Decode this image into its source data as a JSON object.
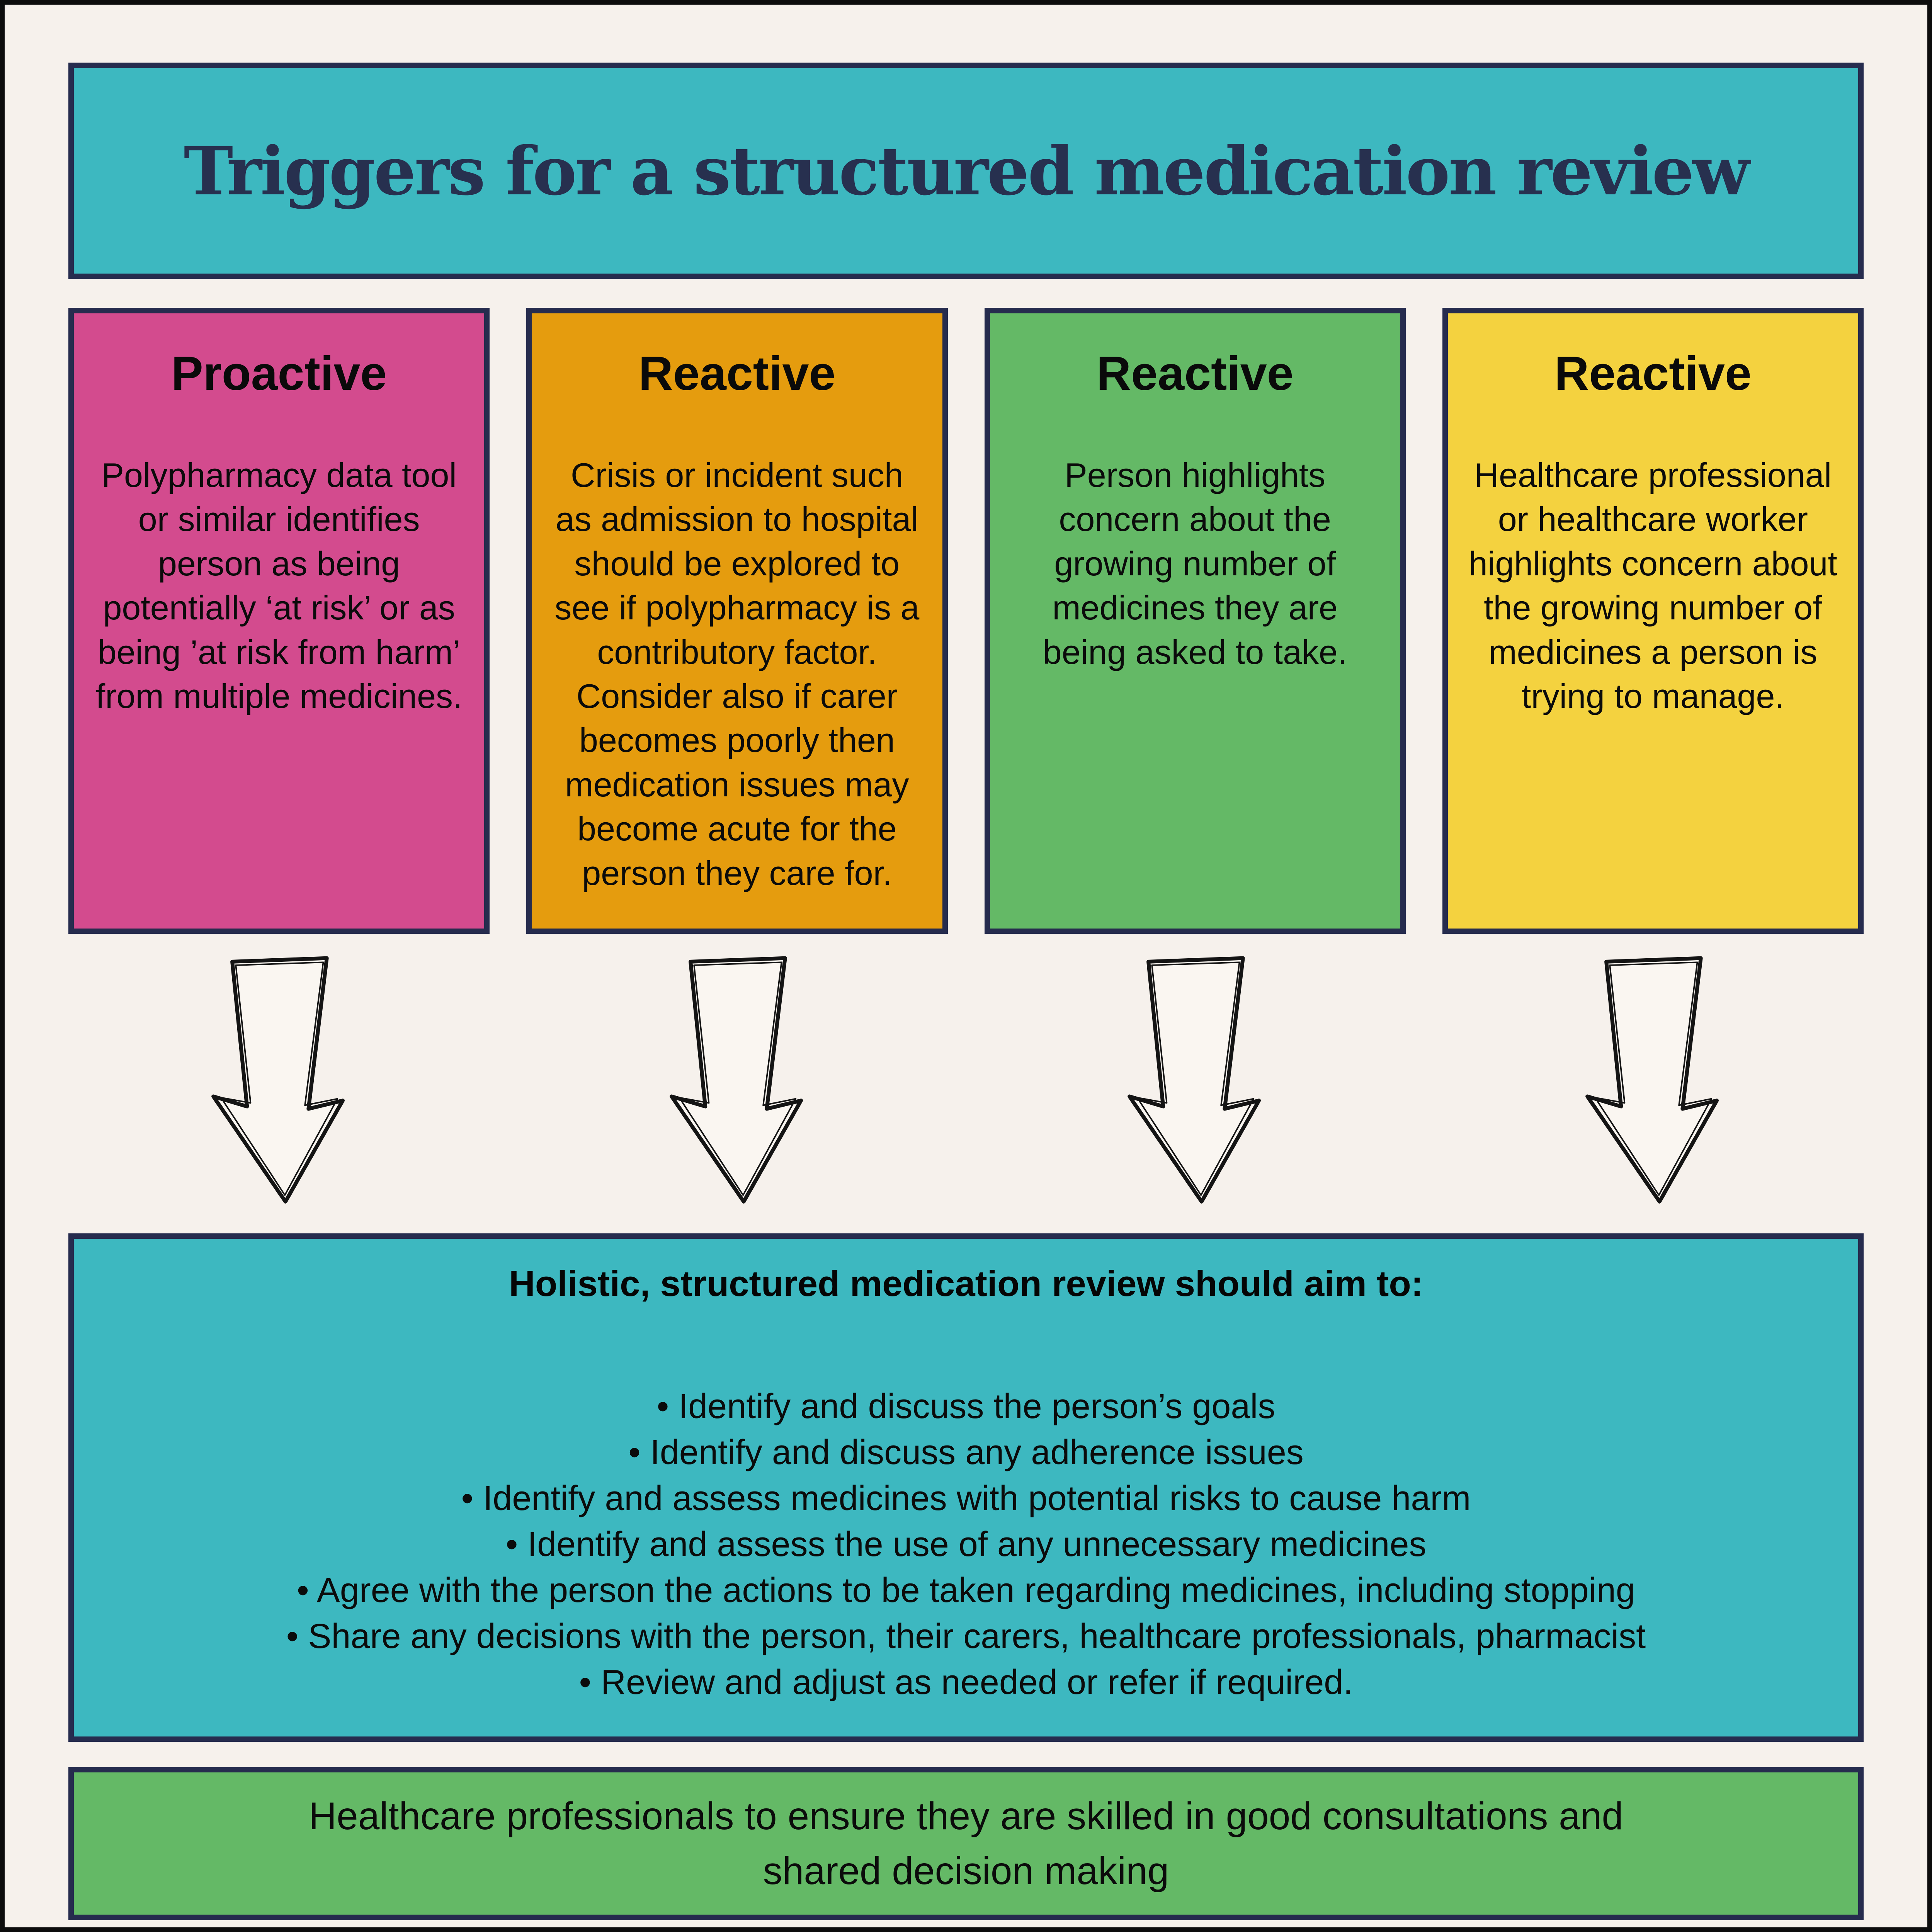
{
  "colors": {
    "background": "#f6f1ec",
    "outer_border": "#0d0d0d",
    "teal": "#3db8c0",
    "pink": "#d34b8e",
    "orange": "#e59c0e",
    "green": "#64b966",
    "yellow": "#f4d23f",
    "navy_border": "#262c4e",
    "title_text": "#27304f",
    "body_text": "#0b0b0b"
  },
  "header": {
    "title": "Triggers for a structured medication review"
  },
  "cards": [
    {
      "label": "Proactive",
      "body": "Polypharmacy data tool or similar identifies person as being potentially ‘at risk’ or as being ’at risk from harm’ from multiple medicines."
    },
    {
      "label": "Reactive",
      "body": "Crisis or incident such as admission to hospital should be explored to see if polypharmacy is a contributory factor. Consider also if carer becomes poorly then medication issues may become acute for the person they care for."
    },
    {
      "label": "Reactive",
      "body": "Person highlights concern about the growing number of medicines they are being asked to take."
    },
    {
      "label": "Reactive",
      "body": "Healthcare professional or healthcare worker highlights concern about the growing number of medicines a person is trying to manage."
    }
  ],
  "review": {
    "heading": "Holistic, structured medication review should aim to:",
    "bullets": [
      "• Identify and discuss the person’s goals",
      "• Identify and discuss any adherence issues",
      "• Identify and assess medicines with potential risks to cause harm",
      "• Identify and assess the use of any unnecessary medicines",
      "• Agree with the person the actions to be taken regarding medicines, including stopping",
      "• Share any decisions with the person, their carers, healthcare professionals, pharmacist",
      "• Review and adjust as needed or refer if required."
    ]
  },
  "footer": {
    "text": "Healthcare professionals to ensure they are skilled in good consultations and shared decision making"
  }
}
